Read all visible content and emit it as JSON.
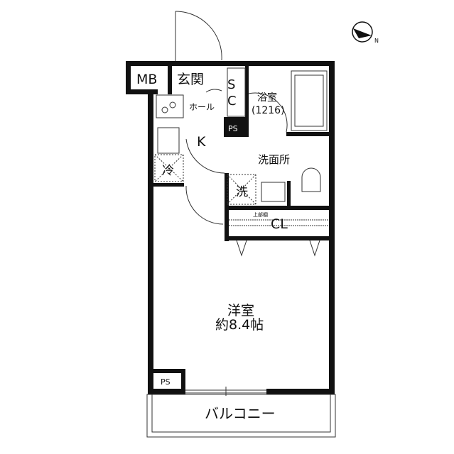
{
  "rooms": {
    "mb": "MB",
    "entrance": "玄関",
    "sc_s": "S",
    "sc_c": "C",
    "hall": "ホール",
    "bath": "浴室",
    "bath_size": "(1216)",
    "ps_top": "PS",
    "kitchen": "K",
    "washroom": "洗面所",
    "fridge": "冷",
    "washer": "洗",
    "upper_shelf": "上部棚",
    "closet": "CL",
    "western_room": "洋室",
    "western_room_size": "約8.4帖",
    "ps_bottom": "PS",
    "balcony": "バルコニー"
  },
  "compass": {
    "icon": "north-arrow-icon",
    "label": "N"
  },
  "colors": {
    "wall": "#111111",
    "line": "#333333",
    "background": "#ffffff"
  }
}
